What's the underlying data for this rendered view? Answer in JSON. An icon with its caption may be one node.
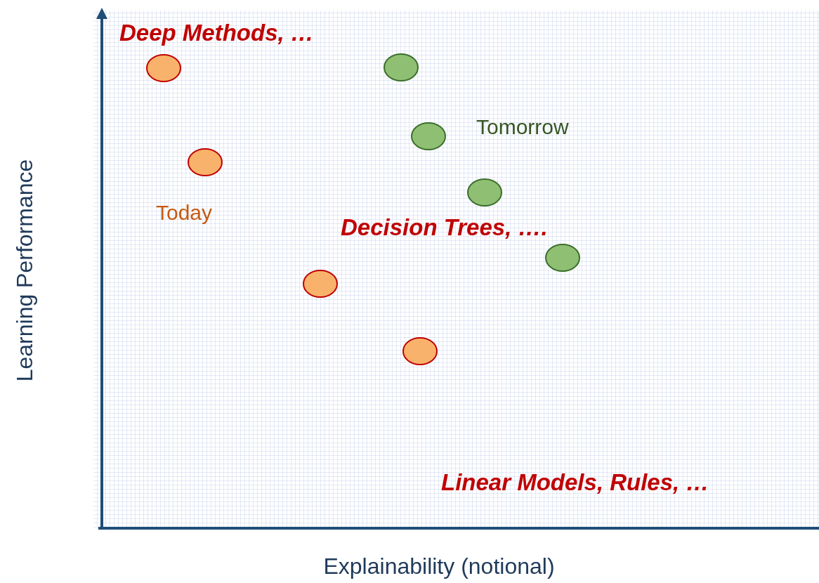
{
  "diagram": {
    "labels": [
      "Deep Methods, …",
      "Tomorrow",
      "Today",
      "Decision Trees, ….",
      "Linear Models, Rules, …",
      "Learning Performance",
      "Explainability (notional)"
    ]
  }
}
